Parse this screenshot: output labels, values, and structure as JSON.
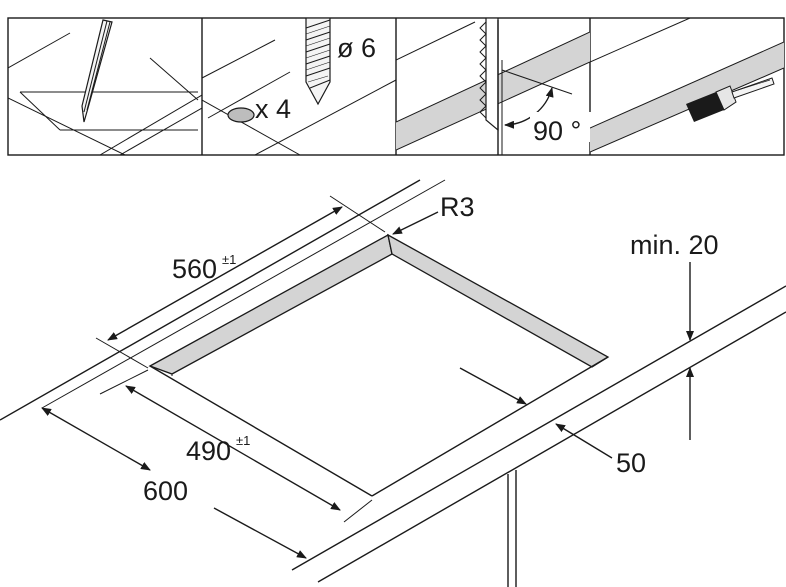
{
  "panels": {
    "drill_diameter": "ø 6",
    "hole_count": "x 4",
    "saw_angle": "90 °"
  },
  "dimensions": {
    "cutout_depth": "560",
    "cutout_depth_tol": "±1",
    "cutout_width": "490",
    "cutout_width_tol": "±1",
    "worktop_depth": "600",
    "corner_radius": "R3",
    "min_thickness": "min. 20",
    "front_distance": "50"
  },
  "colors": {
    "line": "#1a1a1a",
    "cut_face": "#d4d4d4",
    "hole_fill": "#bdbdbd"
  }
}
